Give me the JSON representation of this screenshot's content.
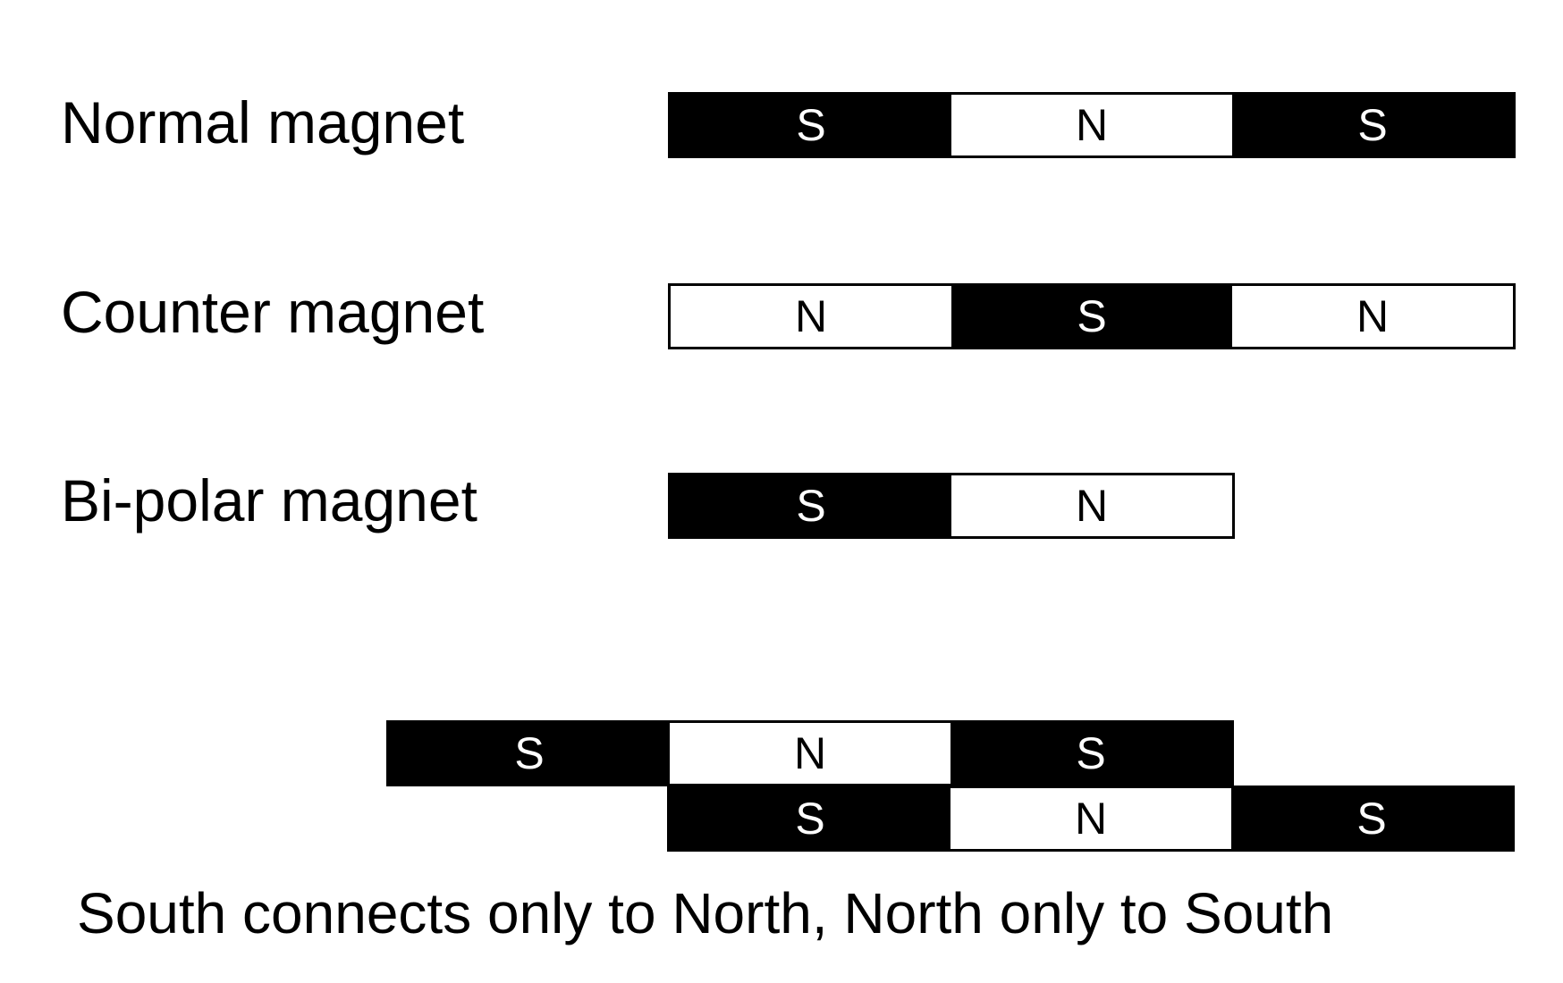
{
  "rows": [
    {
      "label": "Normal magnet",
      "poles": [
        "S",
        "N",
        "S"
      ]
    },
    {
      "label": "Counter magnet",
      "poles": [
        "N",
        "S",
        "N"
      ]
    },
    {
      "label": "Bi-polar magnet",
      "poles": [
        "S",
        "N"
      ]
    }
  ],
  "example": {
    "top_poles": [
      "S",
      "N",
      "S"
    ],
    "bottom_poles": [
      "S",
      "N",
      "S"
    ]
  },
  "caption": "South connects only to North, North only to South",
  "colors": {
    "south": "#000000",
    "north": "#ffffff"
  }
}
